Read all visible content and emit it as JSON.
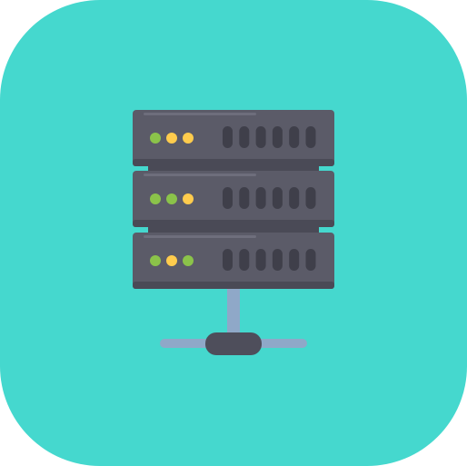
{
  "icon": {
    "name": "server-rack-icon",
    "colors": {
      "background_tile": "#45D8CE",
      "server_body": "#5B5B68",
      "server_shadow": "#4A4A56",
      "server_highlight": "#6E6E7C",
      "vent_slots": "#3F3F4A",
      "led_green": "#8BC34A",
      "led_yellow": "#FFCC4D",
      "network_cable": "#8FA8C8",
      "network_hub": "#4E4E5B"
    },
    "units": [
      {
        "leds": [
          "green",
          "yellow",
          "yellow"
        ]
      },
      {
        "leds": [
          "green",
          "green",
          "yellow"
        ]
      },
      {
        "leds": [
          "green",
          "yellow",
          "green"
        ]
      }
    ]
  }
}
